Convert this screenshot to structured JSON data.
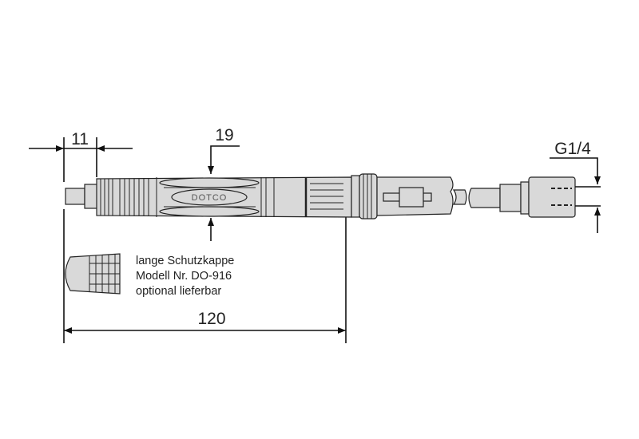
{
  "dimensions": {
    "collet_length": "11",
    "grip_diameter": "19",
    "overall_length": "120",
    "thread": "G1/4"
  },
  "brand_label": "DOTCO",
  "note": {
    "line1": "lange Schutzkappe",
    "line2": "Modell Nr. DO-916",
    "line3": "optional lieferbar"
  },
  "colors": {
    "part_fill": "#d9d9d9",
    "line": "#111111"
  }
}
